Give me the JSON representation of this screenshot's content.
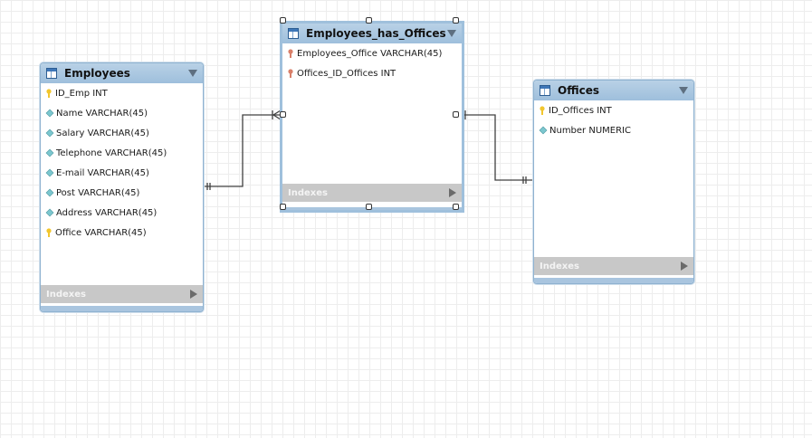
{
  "tables": [
    {
      "name": "Employees",
      "columns": [
        {
          "icon": "primary-key-icon",
          "text": "ID_Emp INT"
        },
        {
          "icon": "column-diamond-icon",
          "text": "Name VARCHAR(45)"
        },
        {
          "icon": "column-diamond-icon",
          "text": "Salary VARCHAR(45)"
        },
        {
          "icon": "column-diamond-icon",
          "text": "Telephone VARCHAR(45)"
        },
        {
          "icon": "column-diamond-icon",
          "text": "E-mail VARCHAR(45)"
        },
        {
          "icon": "column-diamond-icon",
          "text": "Post VARCHAR(45)"
        },
        {
          "icon": "column-diamond-icon",
          "text": "Address VARCHAR(45)"
        },
        {
          "icon": "primary-key-icon",
          "text": "Office VARCHAR(45)"
        }
      ],
      "indexes_label": "Indexes"
    },
    {
      "name": "Employees_has_Offices",
      "columns": [
        {
          "icon": "foreign-key-icon",
          "text": "Employees_Office VARCHAR(45)"
        },
        {
          "icon": "foreign-key-icon",
          "text": "Offices_ID_Offices INT"
        }
      ],
      "indexes_label": "Indexes"
    },
    {
      "name": "Offices",
      "columns": [
        {
          "icon": "primary-key-icon",
          "text": "ID_Offices INT"
        },
        {
          "icon": "column-diamond-icon",
          "text": "Number NUMERIC"
        }
      ],
      "indexes_label": "Indexes"
    }
  ],
  "colors": {
    "header": "#9ebfdc",
    "primary_key": "#f2c62e",
    "foreign_key": "#d9806a",
    "column": "#7cc7cf",
    "indexes_bar": "#c8c8c8",
    "connector": "#404040"
  }
}
